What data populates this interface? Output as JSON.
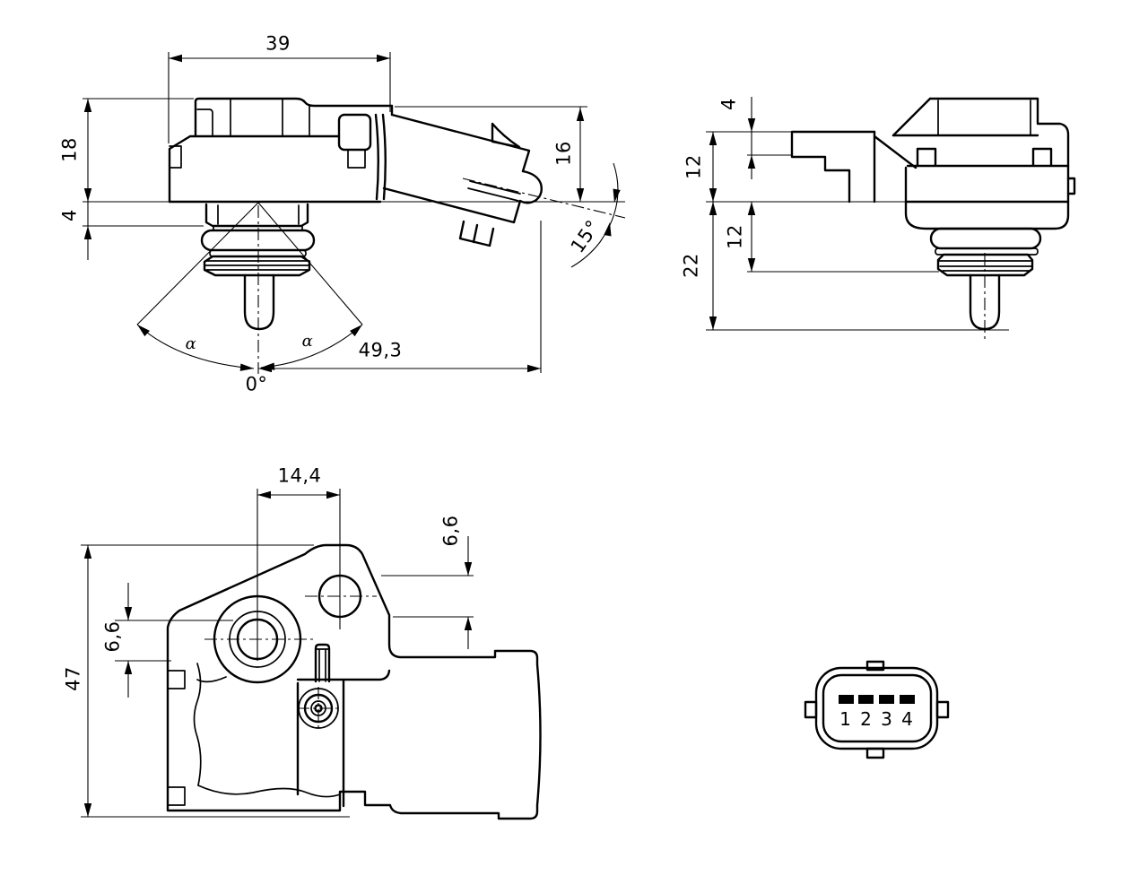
{
  "front_view": {
    "overall_width": "39",
    "body_height": "18",
    "flange_height": "4",
    "connector_height": "16",
    "connector_angle": "15°",
    "tip_reach": "49,3",
    "alpha_left": "α",
    "alpha_right": "α",
    "zero_angle": "0°"
  },
  "side_view": {
    "bracket_thickness": "4",
    "upper_height": "12",
    "lower_height": "12",
    "total_depth": "22"
  },
  "top_view": {
    "hole_spacing": "14,4",
    "hole_diameter_right": "6,6",
    "hole_diameter_left": "6,6",
    "overall_height": "47"
  },
  "connector_view": {
    "pins": [
      "1",
      "2",
      "3",
      "4"
    ]
  }
}
